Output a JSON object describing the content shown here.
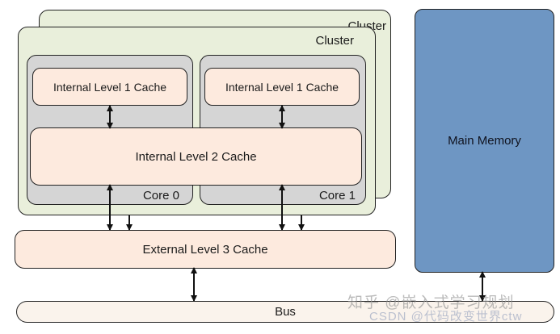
{
  "diagram": {
    "title_implicit": "Dual-core cluster cache hierarchy",
    "clusters": {
      "back_label": "Cluster",
      "front_label": "Cluster"
    },
    "cores": [
      {
        "label": "Core 0",
        "l1_label": "Internal Level 1 Cache"
      },
      {
        "label": "Core 1",
        "l1_label": "Internal Level 1 Cache"
      }
    ],
    "l2_label": "Internal Level 2 Cache",
    "l3_label": "External Level 3 Cache",
    "bus_label": "Bus",
    "memory_label": "Main Memory"
  },
  "watermarks": {
    "zhihu": "知乎 @嵌入式学习规划",
    "csdn": "CSDN @代码改变世界ctw"
  },
  "colors": {
    "cluster_fill": "#e9efdb",
    "core_fill": "#d5d5d5",
    "cache_fill": "#fdeade",
    "bus_fill": "#faf3ec",
    "memory_fill": "#6e96c3",
    "border": "#222222",
    "arrow": "#111111"
  }
}
